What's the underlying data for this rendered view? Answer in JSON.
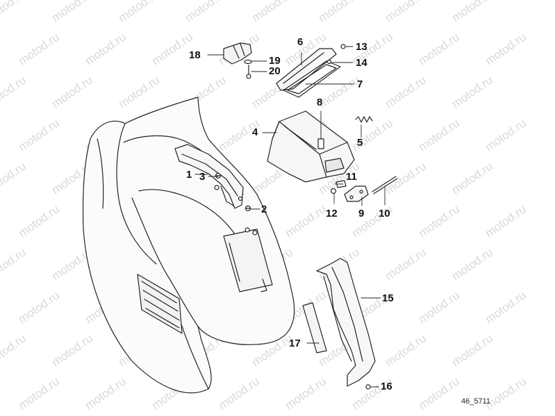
{
  "watermark": "motod.ru",
  "diagram_code": "46_5711",
  "callouts": {
    "c1": "1",
    "c2": "2",
    "c3": "3",
    "c4": "4",
    "c5": "5",
    "c6": "6",
    "c7": "7",
    "c8": "8",
    "c9": "9",
    "c10": "10",
    "c11": "11",
    "c12": "12",
    "c13": "13",
    "c14": "14",
    "c15": "15",
    "c16": "16",
    "c17": "17",
    "c18": "18",
    "c19": "19",
    "c20": "20"
  }
}
